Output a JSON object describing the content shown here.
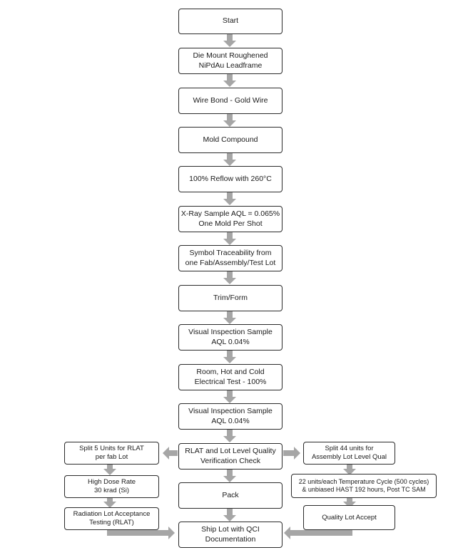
{
  "flowchart": {
    "arrow_color": "#a6a6a6",
    "steps": {
      "start": "Start",
      "die_mount": "Die Mount Roughened\nNiPdAu Leadframe",
      "wire_bond": "Wire Bond - Gold Wire",
      "mold": "Mold Compound",
      "reflow": "100% Reflow with 260°C",
      "xray": "X-Ray Sample AQL = 0.065%\nOne Mold Per Shot",
      "symbol": "Symbol Traceability from\none Fab/Assembly/Test Lot",
      "trim": "Trim/Form",
      "visual1": "Visual Inspection Sample\nAQL 0.04%",
      "electrical": "Room, Hot and Cold\nElectrical Test - 100%",
      "visual2": "Visual Inspection Sample\nAQL 0.04%",
      "rlat_check": "RLAT and Lot Level Quality\nVerification Check",
      "pack": "Pack",
      "ship": "Ship Lot with QCI\nDocumentation"
    },
    "left_branch": {
      "split": "Split 5 Units for RLAT\nper fab Lot",
      "dose": "High Dose Rate\n30 krad (Si)",
      "rlat": "Radiation Lot Acceptance\nTesting (RLAT)"
    },
    "right_branch": {
      "split": "Split 44 units for\nAssembly Lot Level Qual",
      "cycle": "22 units/each Temperature Cycle (500 cycles)\n& unbiased HAST 192 hours, Post TC SAM",
      "accept": "Quality Lot Accept"
    }
  }
}
